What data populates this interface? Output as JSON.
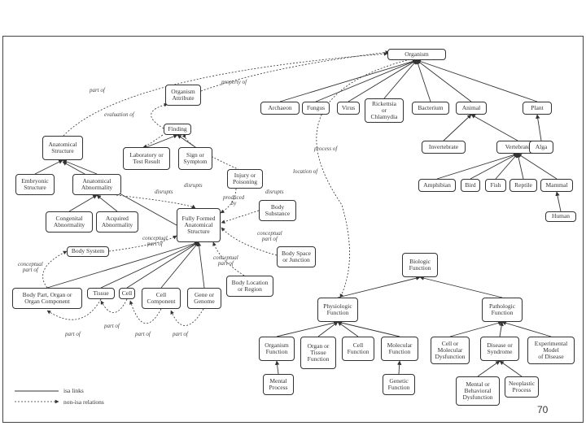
{
  "page_number": "70",
  "legend": {
    "isa": "isa links",
    "non_isa": "non-isa relations"
  },
  "nodes": {
    "organism": "Organism",
    "archaeon": "Archaeon",
    "fungus": "Fungus",
    "virus": "Virus",
    "rickettsia": "Rickettsia\nor\nChlamydia",
    "bacterium": "Bacterium",
    "animal": "Animal",
    "plant": "Plant",
    "invertebrate": "Invertebrate",
    "vertebrate": "Vertebrate",
    "alga": "Alga",
    "amphibian": "Amphibian",
    "bird": "Bird",
    "fish": "Fish",
    "reptile": "Reptile",
    "mammal": "Mammal",
    "human": "Human",
    "organism_attribute": "Organism\nAttribute",
    "finding": "Finding",
    "lab_result": "Laboratory or\nTest Result",
    "sign_symptom": "Sign or\nSymptom",
    "anatomical_structure": "Anatomical\nStructure",
    "embryonic_structure": "Embryonic\nStructure",
    "anatomical_abnormality": "Anatomical\nAbnormality",
    "congenital_abnormality": "Congenital\nAbnormality",
    "acquired_abnormality": "Acquired\nAbnormality",
    "injury_poisoning": "Injury or\nPoisoning",
    "body_substance": "Body\nSubstance",
    "fully_formed": "Fully Formed\nAnatomical\nStructure",
    "body_system": "Body System",
    "body_space": "Body Space\nor Junction",
    "body_location": "Body Location\nor Region",
    "body_part": "Body Part, Organ or\nOrgan Component",
    "tissue": "Tissue",
    "cell": "Cell",
    "cell_component": "Cell\nComponent",
    "gene": "Gene or\nGenome",
    "biologic_function": "Biologic\nFunction",
    "physiologic_function": "Physiologic\nFunction",
    "pathologic_function": "Pathologic\nFunction",
    "organism_function": "Organism\nFunction",
    "organ_tissue_function": "Organ or\nTissue\nFunction",
    "cell_function": "Cell\nFunction",
    "molecular_function": "Molecular\nFunction",
    "mental_process": "Mental\nProcess",
    "genetic_function": "Genetic\nFunction",
    "cell_molecular_dysfunction": "Cell or\nMolecular\nDysfunction",
    "disease_syndrome": "Disease or\nSyndrome",
    "experimental_model": "Experimental\nModel\nof Disease",
    "mental_behavioral": "Mental or\nBehavioral\nDysfunction",
    "neoplastic_process": "Neoplastic\nProcess"
  },
  "relations": {
    "part_of_top": "part of",
    "property_of": "property of",
    "evaluation_of": "evaluation of",
    "process_of": "process of",
    "location_of_1": "location of",
    "disrupts_1": "disrupts",
    "disrupts_2": "disrupts",
    "disrupts_3": "disrupts",
    "produced_by": "produced\nby",
    "conceptual_part_of_1": "conceptual\npart of",
    "conceptual_part_of_2": "conceptual\npart of",
    "conceptual_part_of_3": "conceptual\npart of",
    "adjacent_part_of": "conceptual\npart of",
    "part_of_b1": "part of",
    "part_of_b2": "part of",
    "part_of_b3": "part of",
    "part_of_b4": "part of"
  }
}
